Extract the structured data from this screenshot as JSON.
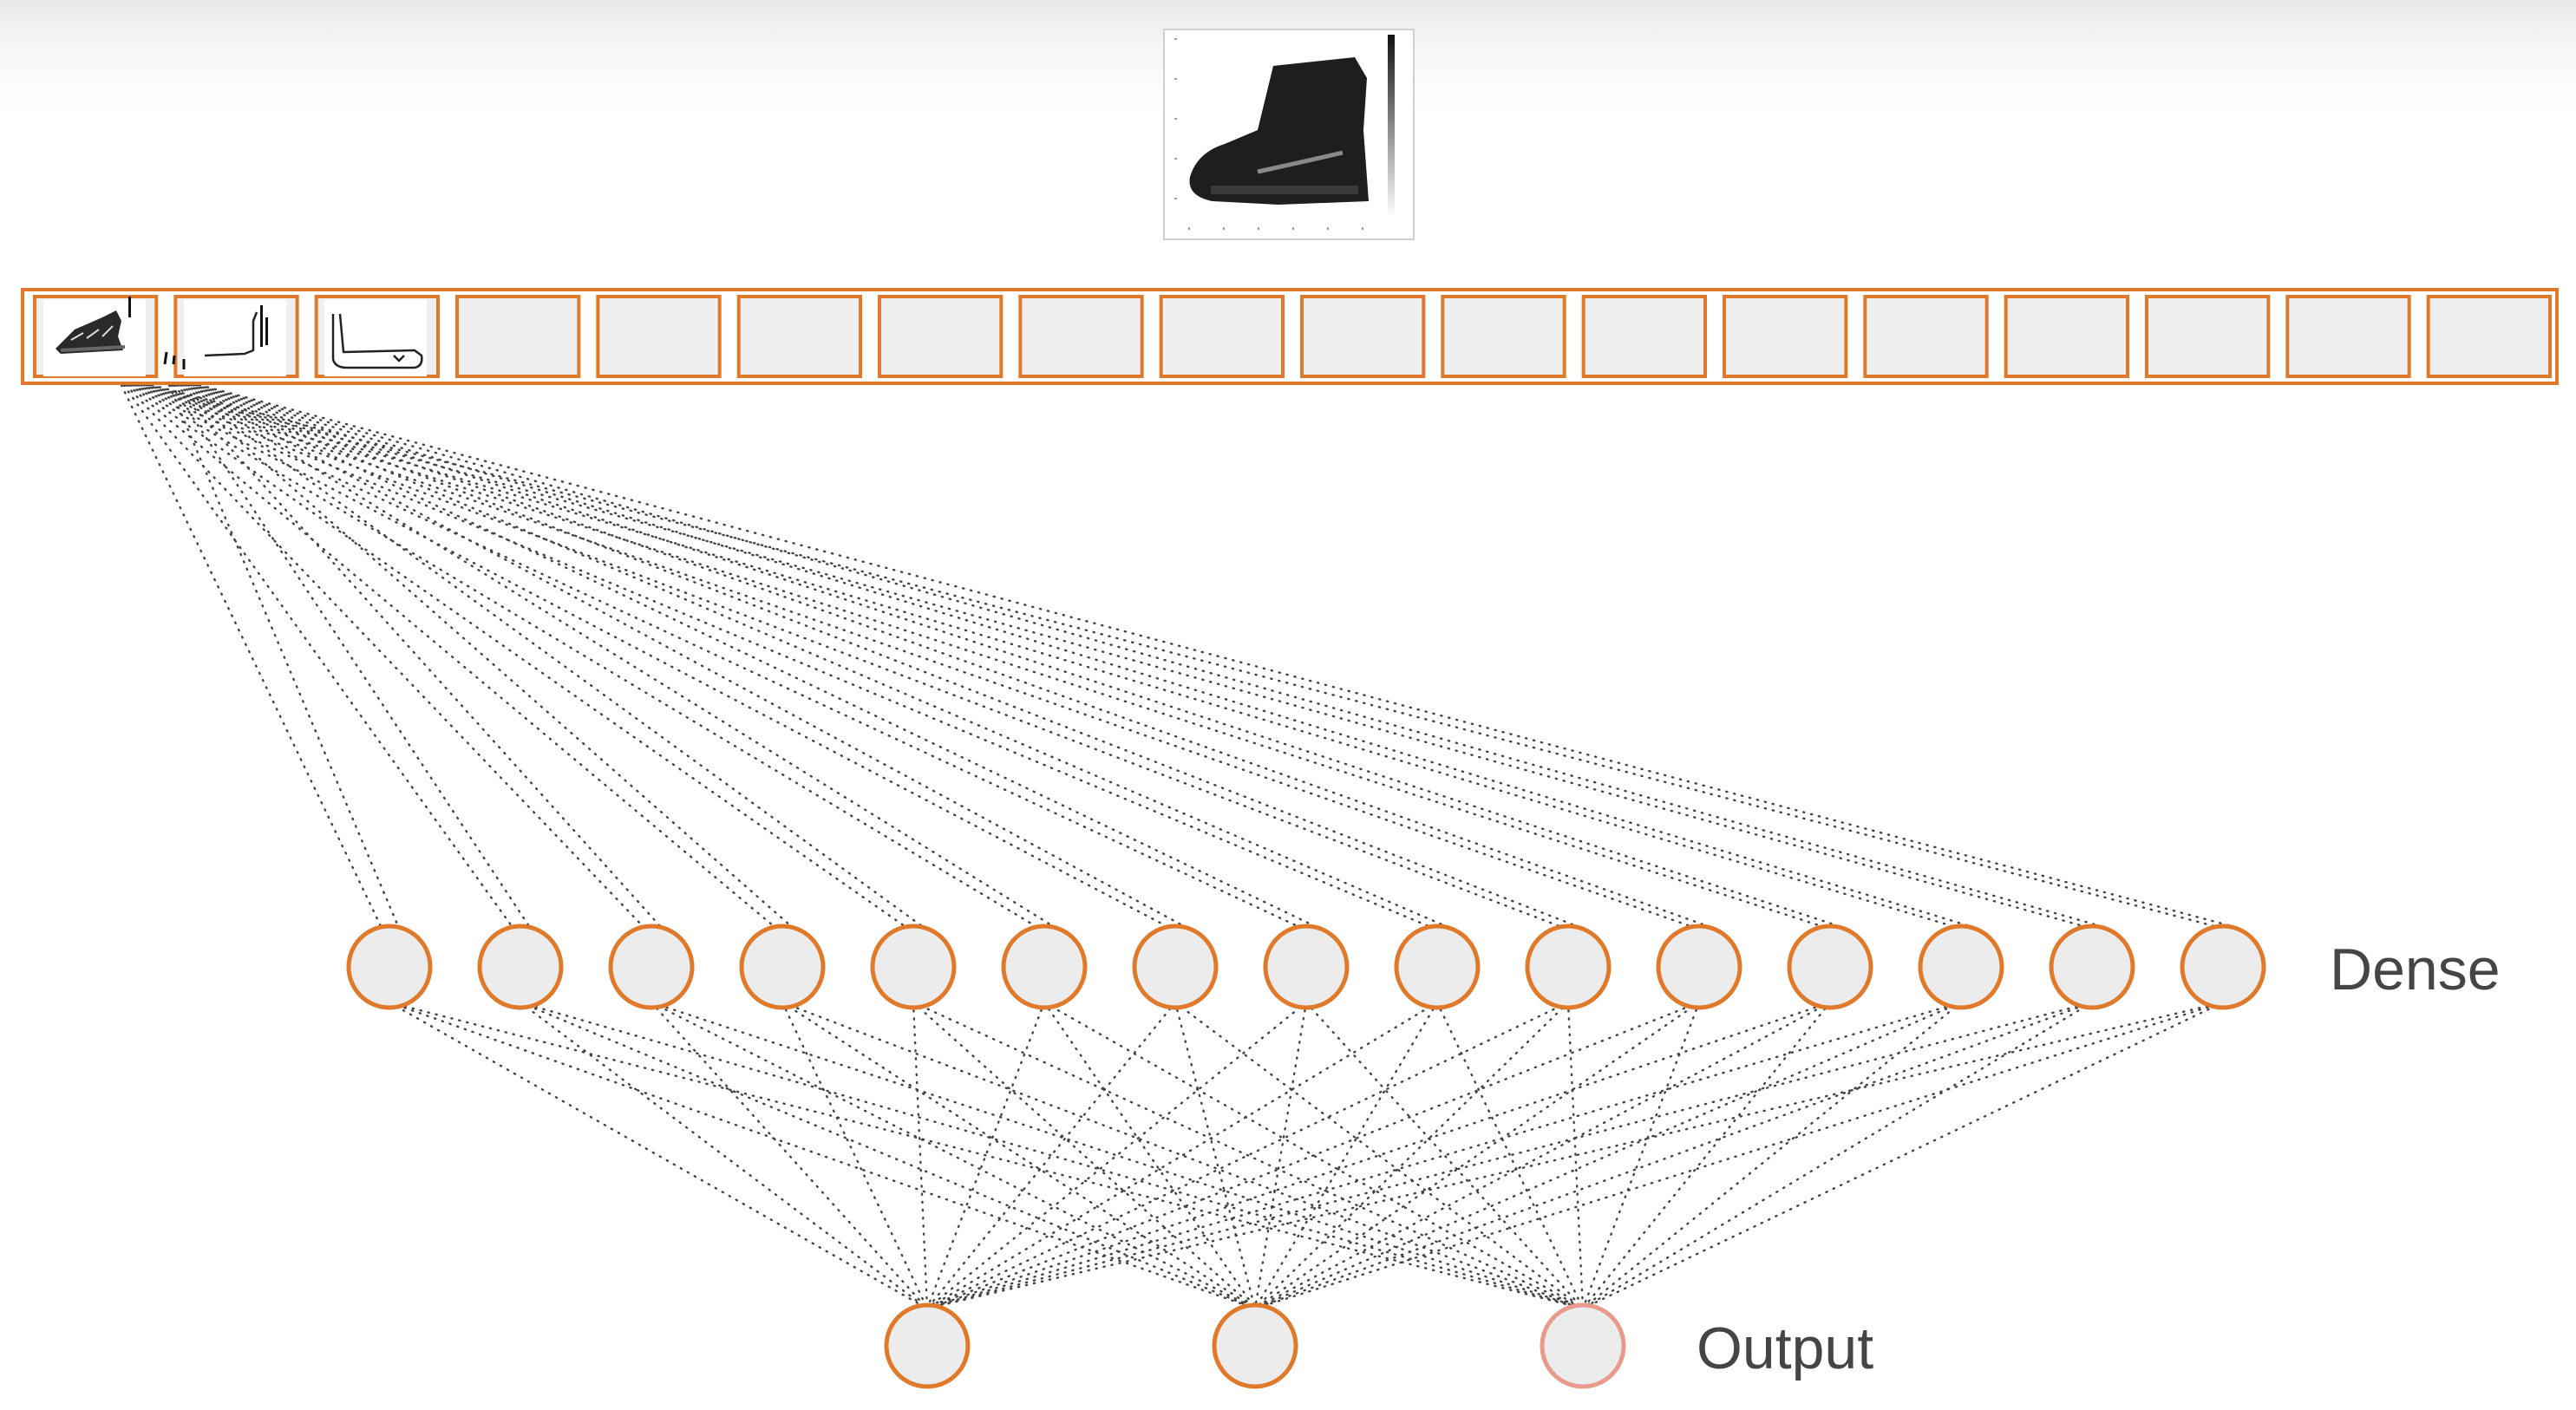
{
  "input_image": {
    "icon": "boot-image-icon",
    "colors": {
      "ink": "#1e1e1e",
      "frame": "#d0d0d0"
    }
  },
  "flatten_layer": {
    "cell_count": 18,
    "thumbnails": [
      "sneaker-icon",
      "boot-outline-icon",
      "sandal-outline-icon"
    ],
    "colors": {
      "border": "#e07a2a",
      "fill": "#efefef"
    }
  },
  "dense_layer": {
    "label": "Dense",
    "neuron_count": 15,
    "colors": {
      "border": "#e07a2a",
      "fill": "#ececec"
    }
  },
  "output_layer": {
    "label": "Output",
    "neuron_count": 3,
    "highlighted_index": 2,
    "colors": {
      "border": "#e07a2a",
      "highlight_border": "#e89a8c",
      "fill": "#ececec"
    }
  },
  "connection_style": {
    "color": "#444444",
    "pattern": "dotted"
  }
}
